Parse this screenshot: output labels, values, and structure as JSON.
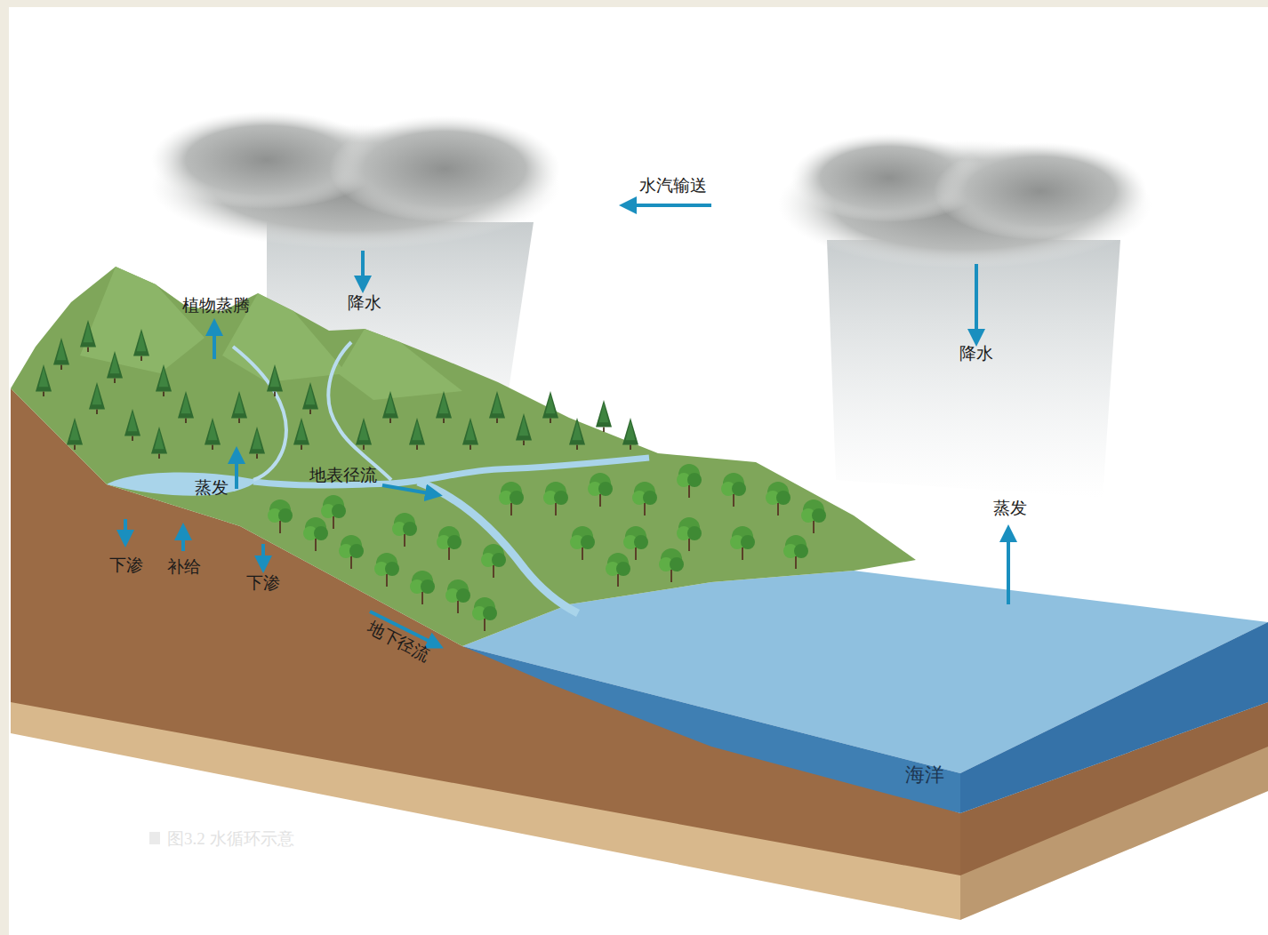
{
  "diagram": {
    "caption": "图3.2 水循环示意",
    "labels": [
      "水汽输送",
      "降水",
      "植物蒸腾",
      "降水",
      "蒸发",
      "地表径流",
      "蒸发",
      "下渗",
      "补给",
      "下渗",
      "地下径流",
      "海洋"
    ]
  }
}
